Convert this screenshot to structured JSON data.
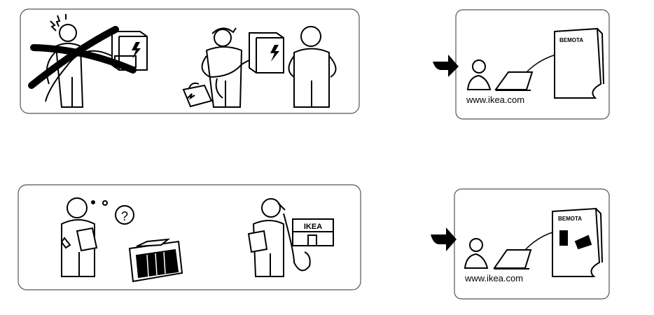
{
  "panels": {
    "safety": {},
    "help": {}
  },
  "info_cards": [
    {
      "website": "www.ikea.com",
      "booklet_title": "BEMOTA"
    },
    {
      "website": "www.ikea.com",
      "booklet_title": "BEMOTA"
    }
  ],
  "help_panel": {
    "question_mark": "?",
    "store_sign": "IKEA"
  },
  "icons": {
    "arrow": "pointing-arrow-icon",
    "electrician": "electrician-figure-icon",
    "warning": "high-voltage-icon"
  },
  "colors": {
    "line": "#000000",
    "background": "#ffffff",
    "card_border": "#555555"
  }
}
